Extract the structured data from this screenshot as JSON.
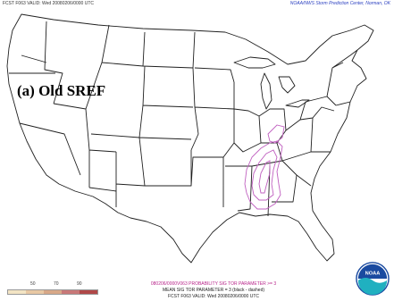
{
  "header": {
    "left": "FCST F063 VALID: Wed 20080206/0000 UTC",
    "right": "NOAA/NWS Storm Prediction Center, Norman, OK"
  },
  "panel_label": "(a) Old SREF",
  "legend": {
    "title": "080206/0000V063 PROBABILITY SIG TOR PARAMETER >= 3",
    "line2": "MEAN SIG TOR PARAMETER = 3 (black - dashed)",
    "line3": "FCST F063 VALID: Wed 20080206/0000 UTC",
    "colorbar_ticks": [
      "50",
      "70",
      "90"
    ],
    "colorbar_colors": [
      "#f3e4c4",
      "#e8c8a4",
      "#d8a888",
      "#c87878",
      "#b04848"
    ]
  },
  "colors": {
    "borders": "#202020",
    "probability_contour": "#c060c0",
    "header_right": "#2a3fc0",
    "logo_blue": "#1a4aa0",
    "logo_teal": "#20b0c0"
  },
  "logo": {
    "name": "noaa-logo",
    "text": "NOAA"
  }
}
